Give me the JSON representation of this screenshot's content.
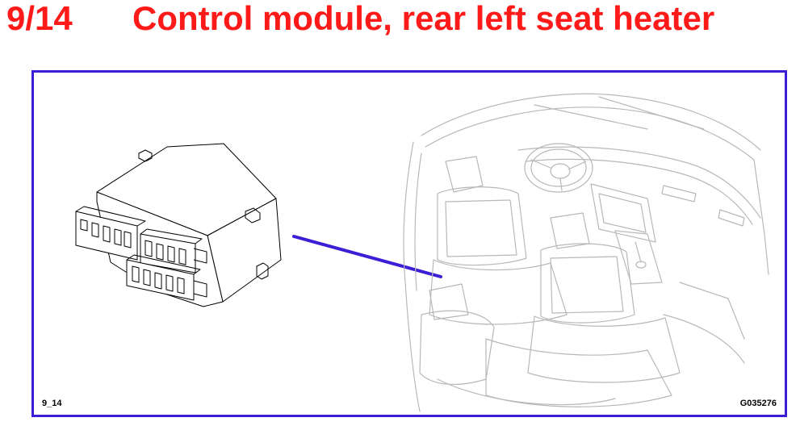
{
  "header": {
    "number": "9/14",
    "title": "Control module, rear left seat heater"
  },
  "figure": {
    "ref_left": "9_14",
    "ref_right": "G035276",
    "colors": {
      "title": "#ff1a1a",
      "frame": "#3a1fd6",
      "pointer": "#3a1fd6",
      "module_line": "#000000",
      "interior_line": "#b8b8b8"
    },
    "icons": [
      "control-module-drawing",
      "car-interior-drawing",
      "pointer-line"
    ]
  }
}
